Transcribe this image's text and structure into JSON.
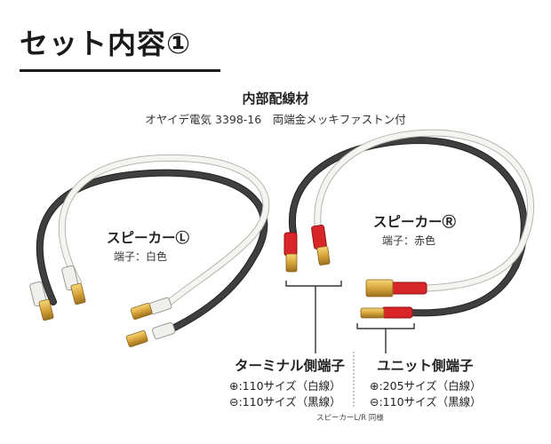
{
  "header": {
    "title": "セット内容①"
  },
  "wiring": {
    "title": "内部配線材",
    "subtitle": "オヤイデ電気 3398-16　両端金メッキファストン付"
  },
  "left_cable": {
    "label": "スピーカーⓁ",
    "terminal": "端子：白色"
  },
  "right_cable": {
    "label": "スピーカーⓇ",
    "terminal": "端子：赤色"
  },
  "terminal_side": {
    "label": "ターミナル側端子",
    "plus": "⊕:110サイズ（白線）",
    "minus": "⊖:110サイズ（黒線）"
  },
  "unit_side": {
    "label": "ユニット側端子",
    "plus": "⊕:205サイズ（白線）",
    "minus": "⊖:110サイズ（黒線）"
  },
  "footnote": "スピーカーL/R 同様",
  "colors": {
    "white_wire": "#f1f1ee",
    "black_wire": "#3a3a3a",
    "gold": "#d7a43a",
    "red_sleeve": "#d8252a"
  }
}
